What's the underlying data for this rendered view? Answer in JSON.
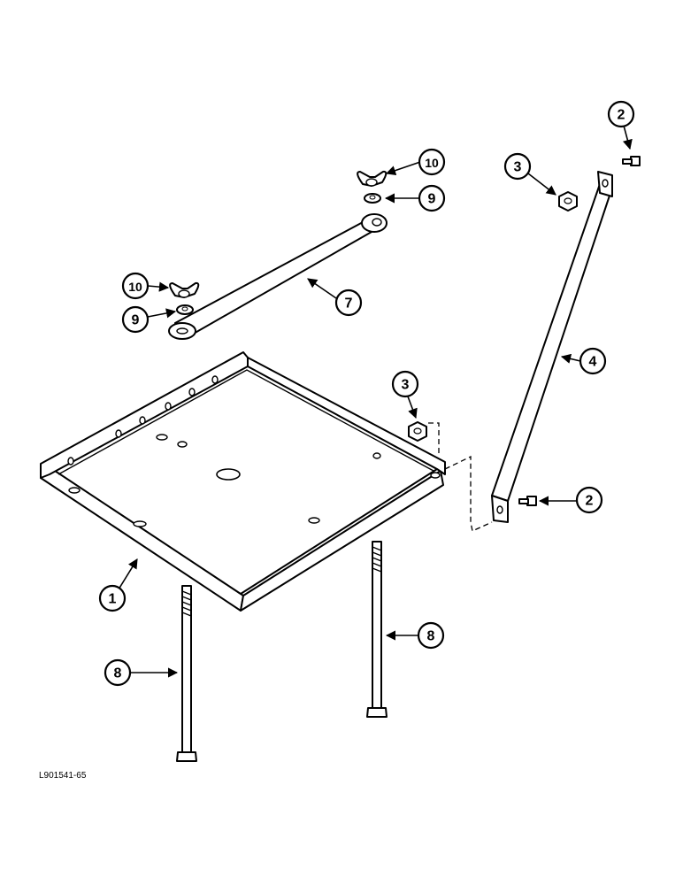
{
  "reference_code": "L901541-65",
  "callouts": [
    {
      "id": "c1",
      "label": "1"
    },
    {
      "id": "c2a",
      "label": "2"
    },
    {
      "id": "c2b",
      "label": "2"
    },
    {
      "id": "c3a",
      "label": "3"
    },
    {
      "id": "c3b",
      "label": "3"
    },
    {
      "id": "c4",
      "label": "4"
    },
    {
      "id": "c7",
      "label": "7"
    },
    {
      "id": "c8a",
      "label": "8"
    },
    {
      "id": "c8b",
      "label": "8"
    },
    {
      "id": "c9a",
      "label": "9"
    },
    {
      "id": "c9b",
      "label": "9"
    },
    {
      "id": "c10a",
      "label": "10"
    },
    {
      "id": "c10b",
      "label": "10"
    }
  ]
}
